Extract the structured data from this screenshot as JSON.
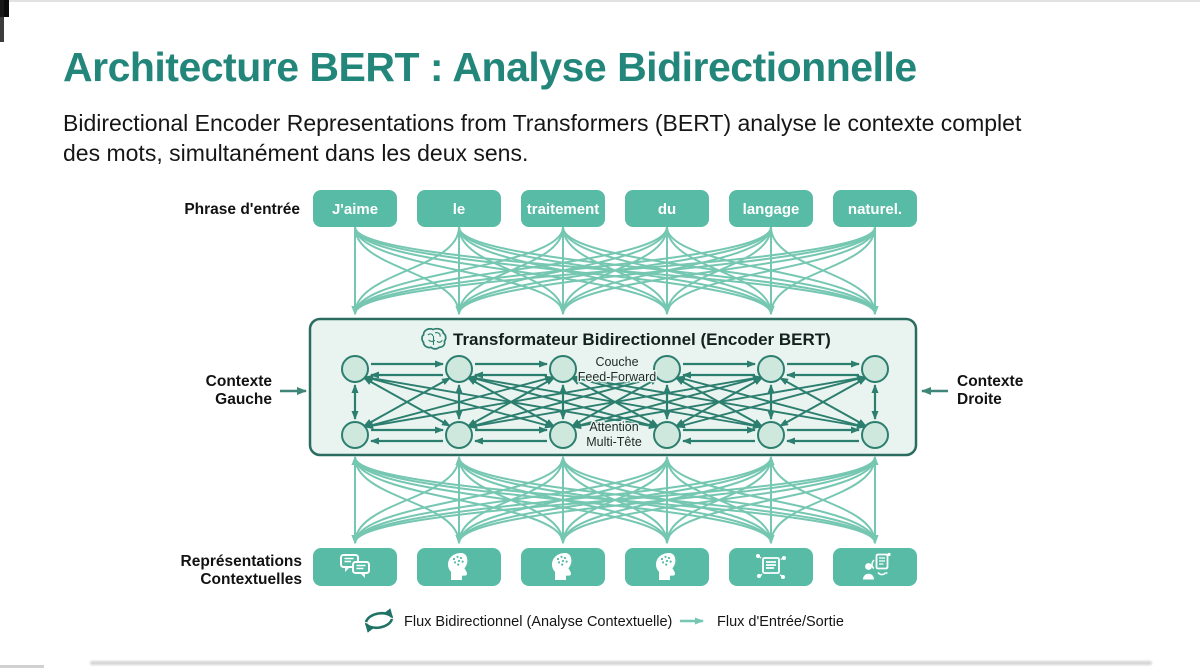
{
  "header": {
    "title": "Architecture BERT : Analyse Bidirectionnelle",
    "subtitle_line1": "Bidirectional Encoder Representations from Transformers (BERT) analyse le contexte complet",
    "subtitle_line2": "des mots, simultanément dans les deux sens."
  },
  "input_row": {
    "label": "Phrase d'entrée",
    "tokens": [
      "J'aime",
      "le",
      "traitement",
      "du",
      "langage",
      "naturel."
    ]
  },
  "encoder": {
    "title": "Transformateur Bidirectionnel (Encoder BERT)",
    "icon": "brain-icon",
    "feedforward_line1": "Couche",
    "feedforward_line2": "Feed-Forward",
    "attention_line1": "Attention",
    "attention_line2": "Multi-Tête"
  },
  "context_left": {
    "line1": "Contexte",
    "line2": "Gauche"
  },
  "context_right": {
    "line1": "Contexte",
    "line2": "Droite"
  },
  "output_row": {
    "label_line1": "Représentations",
    "label_line2": "Contextuelles",
    "icons": [
      "chat-bubbles-icon",
      "head-brain-icon",
      "head-brain-icon",
      "head-brain-icon",
      "data-structure-icon",
      "person-document-icon"
    ]
  },
  "legend": {
    "bidirectional_label": "Flux Bidirectionnel (Analyse Contextuelle)",
    "io_label": "Flux d'Entrée/Sortie"
  },
  "colors": {
    "title_teal": "#23867b",
    "token_box_teal": "#58bba6",
    "flow_arrow_light": "#76c7b2",
    "inner_arrow_dark": "#2c7e6f",
    "encoder_fill": "#e9f4f0",
    "encoder_border": "#2b6c60",
    "node_fill": "#cfe8de",
    "legend_cycle_teal": "#1f7265"
  }
}
